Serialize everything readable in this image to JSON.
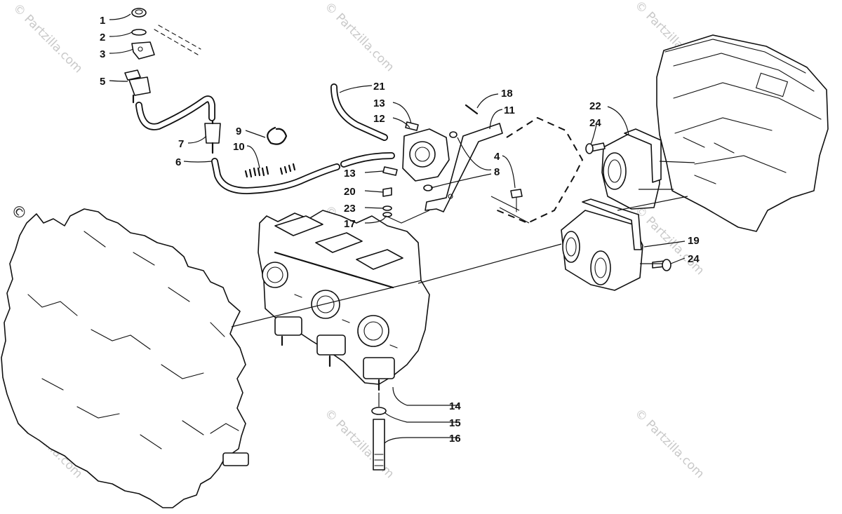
{
  "watermark": {
    "text": "© Partzilla.com",
    "main": "© Partzilla.com"
  },
  "callouts": [
    {
      "id": "c1",
      "num": "1"
    },
    {
      "id": "c2",
      "num": "2"
    },
    {
      "id": "c3",
      "num": "3"
    },
    {
      "id": "c5",
      "num": "5"
    },
    {
      "id": "c7",
      "num": "7"
    },
    {
      "id": "c6",
      "num": "6"
    },
    {
      "id": "c9",
      "num": "9"
    },
    {
      "id": "c10",
      "num": "10"
    },
    {
      "id": "c21",
      "num": "21"
    },
    {
      "id": "c13a",
      "num": "13"
    },
    {
      "id": "c12",
      "num": "12"
    },
    {
      "id": "c18",
      "num": "18"
    },
    {
      "id": "c11",
      "num": "11"
    },
    {
      "id": "c4",
      "num": "4"
    },
    {
      "id": "c8",
      "num": "8"
    },
    {
      "id": "c13b",
      "num": "13"
    },
    {
      "id": "c20",
      "num": "20"
    },
    {
      "id": "c23",
      "num": "23"
    },
    {
      "id": "c17",
      "num": "17"
    },
    {
      "id": "c22",
      "num": "22"
    },
    {
      "id": "c24a",
      "num": "24"
    },
    {
      "id": "c19",
      "num": "19"
    },
    {
      "id": "c24b",
      "num": "24"
    },
    {
      "id": "c14",
      "num": "14"
    },
    {
      "id": "c15",
      "num": "15"
    },
    {
      "id": "c16",
      "num": "16"
    }
  ]
}
